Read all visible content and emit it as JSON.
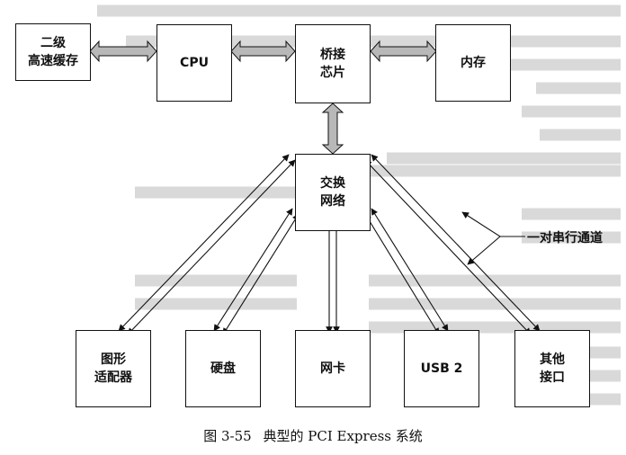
{
  "nodes": {
    "l2_cache": "二级\n高速缓存",
    "cpu": "CPU",
    "bridge": "桥接\n芯片",
    "memory": "内存",
    "switch": "交换\n网络",
    "graphics": "图形\n适配器",
    "disk": "硬盘",
    "nic": "网卡",
    "usb": "USB  2",
    "other": "其他\n接口"
  },
  "annotation": "一对串行通道",
  "caption": {
    "figure": "图 3-55",
    "title": "典型的 PCI  Express 系统"
  }
}
